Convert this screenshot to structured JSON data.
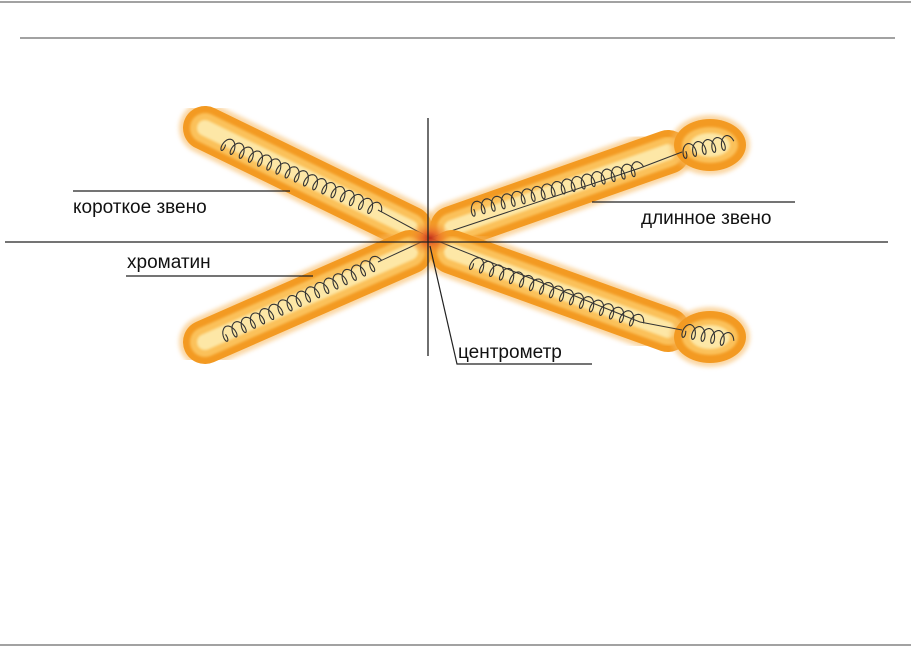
{
  "diagram": {
    "labels": {
      "short_arm": "короткое звено",
      "chromatin": "хроматин",
      "long_arm": "длинное звено",
      "centromere": "центрометр"
    },
    "colors": {
      "chromatid_outer": "#f39a22",
      "chromatid_mid": "#fbc15a",
      "chromatid_core": "#fde7a6",
      "centromere_center": "#d23a1c",
      "chromatin_thread": "#333333",
      "lines": "#222222"
    }
  }
}
